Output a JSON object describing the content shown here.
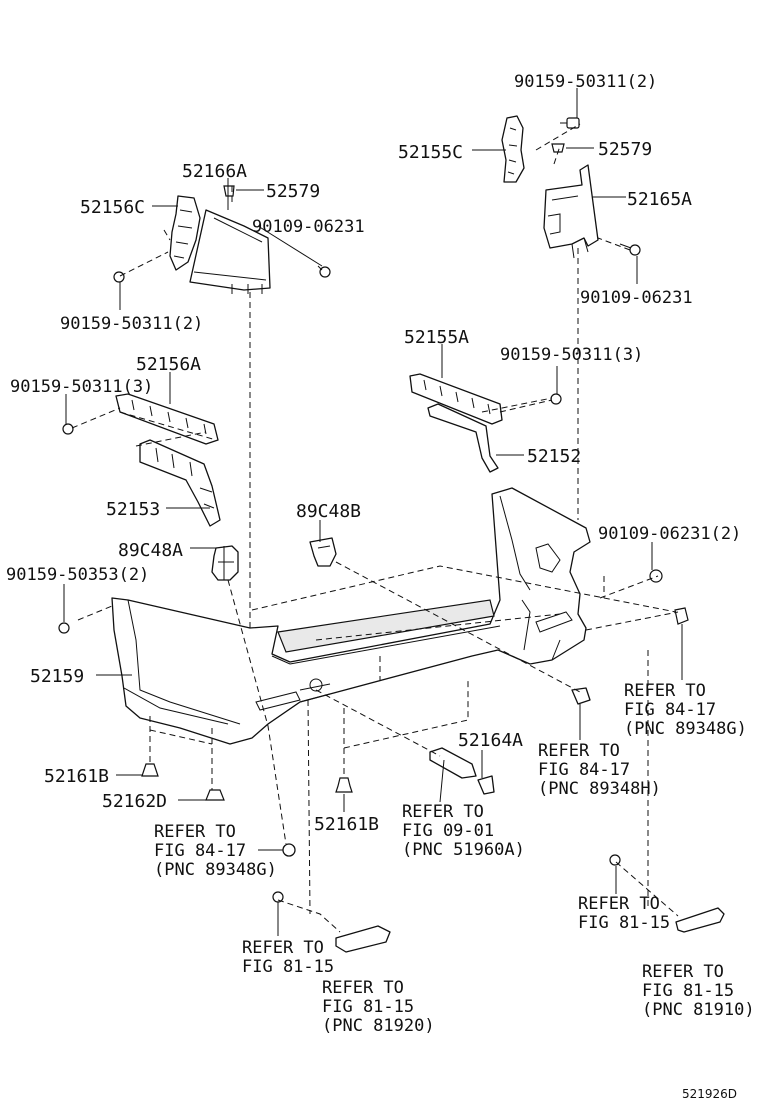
{
  "labels": {
    "p_90159_50311_2_top": "90159-50311(2)",
    "p_52155C": "52155C",
    "p_52579_right": "52579",
    "p_52165A": "52165A",
    "p_90109_06231_right": "90109-06231",
    "p_52166A": "52166A",
    "p_52579_left": "52579",
    "p_52156C": "52156C",
    "p_90109_06231_left": "90109-06231",
    "p_90159_50311_2_left": "90159-50311(2)",
    "p_52155A": "52155A",
    "p_90159_50311_3_right": "90159-50311(3)",
    "p_52156A": "52156A",
    "p_90159_50311_3_left": "90159-50311(3)",
    "p_52152": "52152",
    "p_52153": "52153",
    "p_89C48B": "89C48B",
    "p_89C48A": "89C48A",
    "p_90109_06231_2": "90109-06231(2)",
    "p_90159_50353_2": "90159-50353(2)",
    "p_52159": "52159",
    "p_52164A": "52164A",
    "p_52161B_left": "52161B",
    "p_52162D": "52162D",
    "p_52161B_mid": "52161B",
    "diagram_id": "521926D"
  },
  "refs": {
    "ref_right_89348G": [
      "REFER TO",
      "FIG 84-17",
      "(PNC 89348G)"
    ],
    "ref_mid_89348H": [
      "REFER TO",
      "FIG 84-17",
      "(PNC 89348H)"
    ],
    "ref_left_89348G": [
      "REFER TO",
      "FIG 84-17",
      "(PNC 89348G)"
    ],
    "ref_51960A": [
      "REFER TO",
      "FIG 09-01",
      "(PNC 51960A)"
    ],
    "ref_81_15_left": [
      "REFER TO",
      "FIG 81-15"
    ],
    "ref_81920": [
      "REFER TO",
      "FIG 81-15",
      "(PNC 81920)"
    ],
    "ref_81_15_right": [
      "REFER TO",
      "FIG 81-15"
    ],
    "ref_81910": [
      "REFER TO",
      "FIG 81-15",
      "(PNC 81910)"
    ]
  }
}
